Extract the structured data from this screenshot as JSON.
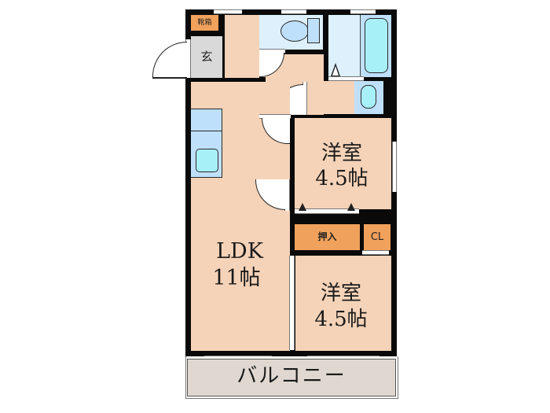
{
  "floor_plan": {
    "layout": "LDK",
    "rooms": {
      "shoe_box": "靴箱",
      "entrance": "玄",
      "ldk": {
        "name": "LDK",
        "size": "11帖"
      },
      "western_room_1": {
        "name": "洋室",
        "size": "4.5帖"
      },
      "western_room_2": {
        "name": "洋室",
        "size": "4.5帖"
      },
      "closet": "押入",
      "cl": "CL",
      "balcony": "バルコニー"
    },
    "colors": {
      "wall": "#0a0a0a",
      "room": "#f5d3b8",
      "wet_area": "#ddf0fc",
      "fixture": "#bfe0fb",
      "tub": "#a8f0f7",
      "storage": "#f0a15c",
      "entrance": "#d9d9d9",
      "balcony": "#e0d8d0"
    }
  }
}
